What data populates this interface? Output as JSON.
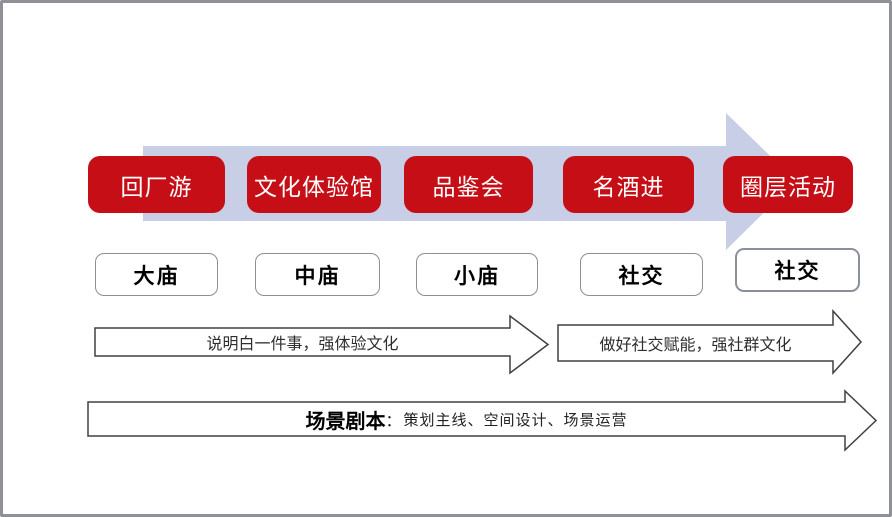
{
  "diagram": {
    "type": "process-flow",
    "colors": {
      "stage_fill": "#c60e16",
      "stage_text": "#ffffff",
      "big_arrow_fill": "#c7cee6",
      "outline_arrow_stroke": "#404040",
      "tier_border": "#8a8f9c",
      "frame_border": "#8f9196"
    }
  },
  "stages": [
    "回厂游",
    "文化体验馆",
    "品鉴会",
    "名酒进",
    "圈层活动"
  ],
  "tiers": [
    "大庙",
    "中庙",
    "小庙",
    "社交",
    "社交"
  ],
  "flow_arrows": [
    "说明白一件事，强体验文化",
    "做好社交赋能，强社群文化"
  ],
  "scenario": {
    "title": "场景剧本",
    "separator": "：",
    "detail": "策划主线、空间设计、场景运营"
  }
}
